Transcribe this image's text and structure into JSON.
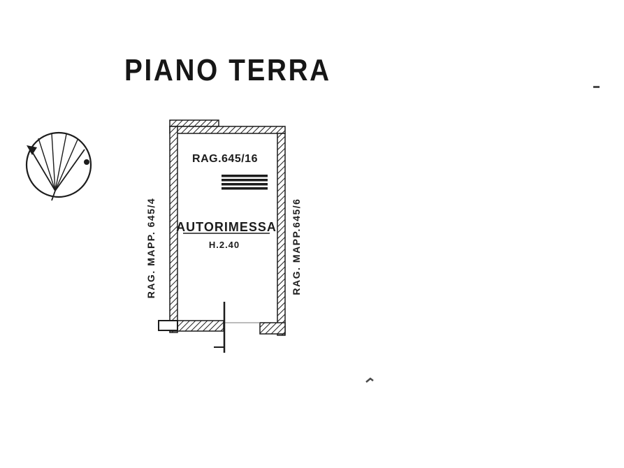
{
  "title": "PIANO TERRA",
  "plan": {
    "ref_top": "RAG.645/16",
    "room_name": "AUTORIMESSA",
    "room_height": "H.2.40",
    "ref_left": "RAG. MAPP. 645/4",
    "ref_right": "RAG. MAPP.645/6"
  },
  "icons": {
    "compass": "north-compass"
  },
  "colors": {
    "ink": "#1c1c1c",
    "paper": "#ffffff"
  }
}
